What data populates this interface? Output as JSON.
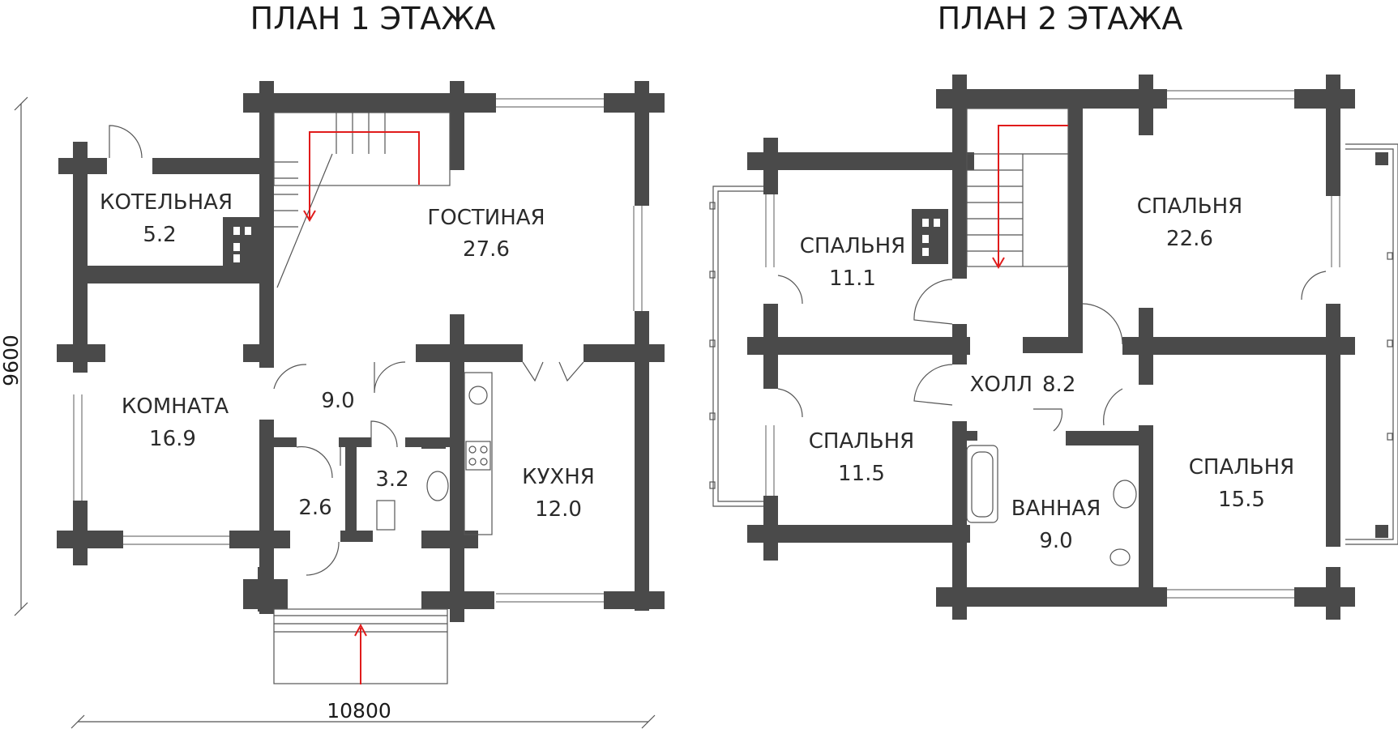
{
  "titles": {
    "floor1": "ПЛАН 1 ЭТАЖА",
    "floor2": "ПЛАН 2 ЭТАЖА"
  },
  "dimensions": {
    "height": "9600",
    "width": "10800"
  },
  "floor1": {
    "rooms": [
      {
        "name": "КОТЕЛЬНАЯ",
        "area": "5.2"
      },
      {
        "name": "ГОСТИНАЯ",
        "area": "27.6"
      },
      {
        "name": "КОМНАТА",
        "area": "16.9"
      },
      {
        "name": "",
        "area": "9.0"
      },
      {
        "name": "",
        "area": "3.2"
      },
      {
        "name": "",
        "area": "2.6"
      },
      {
        "name": "КУХНЯ",
        "area": "12.0"
      }
    ]
  },
  "floor2": {
    "rooms": [
      {
        "name": "СПАЛЬНЯ",
        "area": "11.1"
      },
      {
        "name": "СПАЛЬНЯ",
        "area": "22.6"
      },
      {
        "name": "ХОЛЛ",
        "area": "8.2"
      },
      {
        "name": "СПАЛЬНЯ",
        "area": "11.5"
      },
      {
        "name": "ВАННАЯ",
        "area": "9.0"
      },
      {
        "name": "СПАЛЬНЯ",
        "area": "15.5"
      }
    ]
  },
  "colors": {
    "wall": "#4a4a4a",
    "stair_arrow": "#e01b1b"
  }
}
